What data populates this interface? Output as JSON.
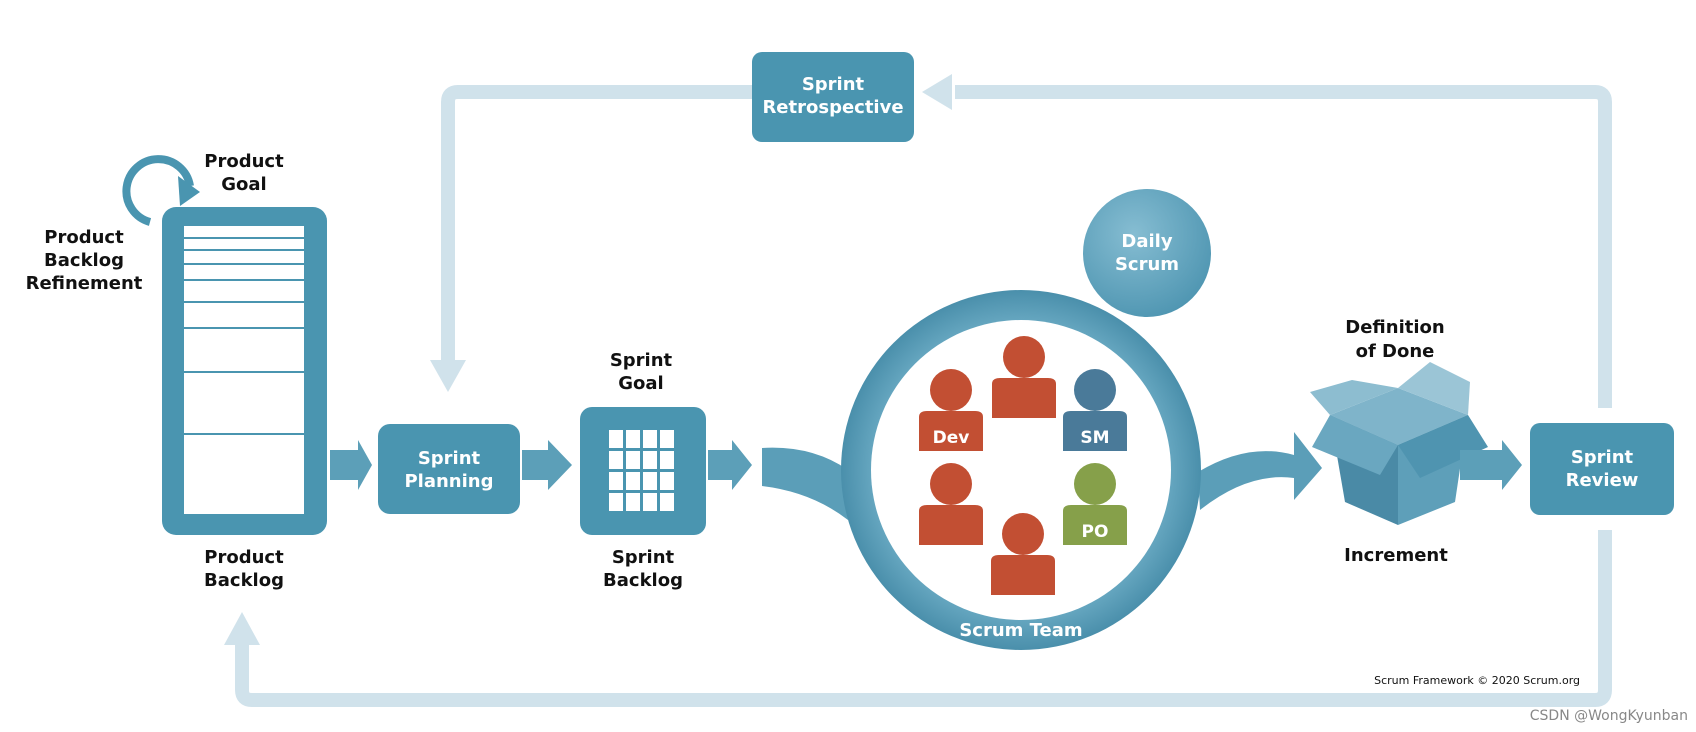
{
  "product_goal": {
    "line1": "Product",
    "line2": "Goal"
  },
  "refinement": {
    "line1": "Product",
    "line2": "Backlog",
    "line3": "Refinement"
  },
  "product_backlog": {
    "line1": "Product",
    "line2": "Backlog"
  },
  "sprint_planning": {
    "line1": "Sprint",
    "line2": "Planning"
  },
  "sprint_goal": {
    "line1": "Sprint",
    "line2": "Goal"
  },
  "sprint_backlog": {
    "line1": "Sprint",
    "line2": "Backlog"
  },
  "sprint_retrospective": {
    "line1": "Sprint",
    "line2": "Retrospective"
  },
  "daily_scrum": {
    "line1": "Daily",
    "line2": "Scrum"
  },
  "scrum_team": {
    "label": "Scrum Team",
    "dev_label": "Dev",
    "sm_label": "SM",
    "po_label": "PO"
  },
  "definition_of_done": {
    "line1": "Definition",
    "line2": "of Done"
  },
  "increment": {
    "label": "Increment"
  },
  "sprint_review": {
    "line1": "Sprint",
    "line2": "Review"
  },
  "copyright": "Scrum Framework © 2020 Scrum.org",
  "watermark": "CSDN @WongKyunban",
  "colors": {
    "teal": "#4a95b0",
    "teal_dark": "#3a7e98",
    "loop_line": "#cfe1ea",
    "dev_red": "#c24f33",
    "sm_blue": "#4a7a99",
    "po_green": "#86a04a"
  }
}
